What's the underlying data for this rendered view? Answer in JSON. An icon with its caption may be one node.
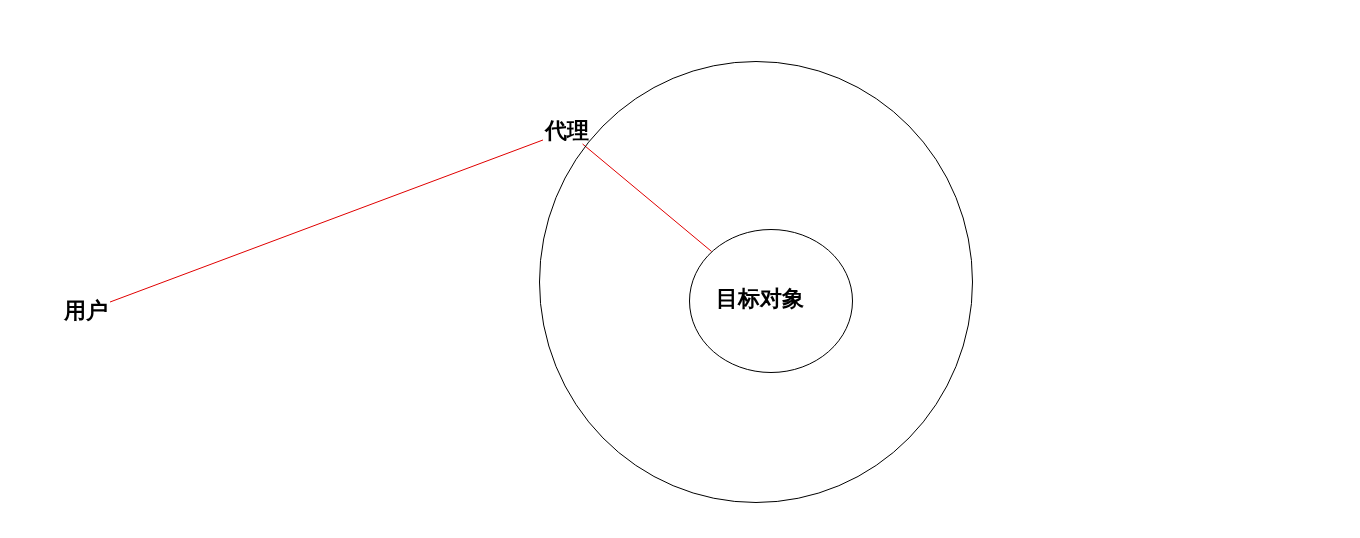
{
  "diagram": {
    "nodes": [
      {
        "text": [
          "用户"
        ]
      },
      {
        "text": [
          "代理"
        ]
      },
      {
        "text": [
          "目标对象"
        ],
        "in": 1
      }
    ],
    "edges": [
      {
        "from": 0,
        "to": 1,
        "arrow": "none"
      },
      {
        "from": 1,
        "to": 2,
        "arrow": "none"
      }
    ]
  }
}
